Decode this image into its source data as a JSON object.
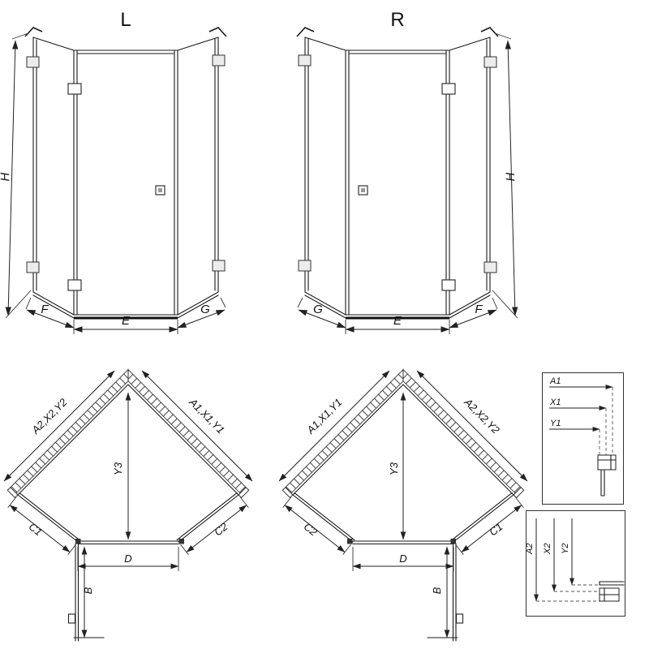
{
  "front_left": {
    "title": "L",
    "dim_height": "H",
    "dim_bottom_left": "F",
    "dim_bottom_center": "E",
    "dim_bottom_right": "G"
  },
  "front_right": {
    "title": "R",
    "dim_height": "H",
    "dim_bottom_left": "G",
    "dim_bottom_center": "E",
    "dim_bottom_right": "F"
  },
  "plan_left": {
    "wall_left": "A2,X2,Y2",
    "wall_right": "A1,X1,Y1",
    "diagonal": "Y3",
    "side_left": "C1",
    "side_right": "C2",
    "door_width": "D",
    "door_swing": "B"
  },
  "plan_right": {
    "wall_left": "A1,X1,Y1",
    "wall_right": "A2,X2,Y2",
    "diagonal": "Y3",
    "side_left": "C2",
    "side_right": "C1",
    "door_width": "D",
    "door_swing": "B"
  },
  "detail_top": {
    "labels": [
      "A1",
      "X1",
      "Y1"
    ]
  },
  "detail_bottom": {
    "labels": [
      "A2",
      "X2",
      "Y2"
    ]
  }
}
